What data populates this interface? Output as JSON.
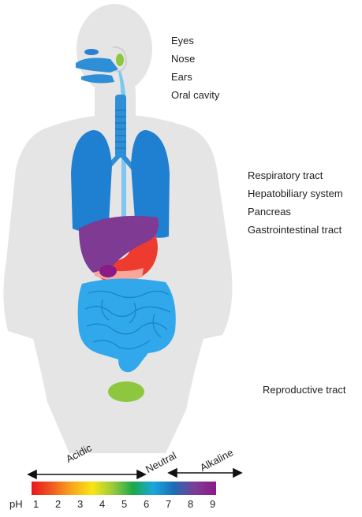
{
  "labels": {
    "head": [
      "Eyes",
      "Nose",
      "Ears",
      "Oral cavity"
    ],
    "chest": [
      "Respiratory tract",
      "Hepatobiliary system",
      "Pancreas",
      "Gastrointestinal tract"
    ],
    "reproductive": "Reproductive tract"
  },
  "ph_scale": {
    "prefix": "pH",
    "ticks": [
      "1",
      "2",
      "3",
      "4",
      "5",
      "6",
      "7",
      "8",
      "9"
    ],
    "acidic_label": "Acidic",
    "neutral_label": "Neutral",
    "alkaline_label": "Alkaline",
    "colors": [
      "#e8161b",
      "#f15a22",
      "#f7a81b",
      "#f7e615",
      "#9bcb3b",
      "#1aa84a",
      "#19a7df",
      "#1c6db6",
      "#7c3e97",
      "#8b1a88"
    ]
  },
  "colors": {
    "body": "#e4e4e4",
    "airway": "#2f8fd6",
    "lungs": "#1f7fd0",
    "liver": "#7f3a93",
    "stomach": "#ee3b2f",
    "pancreas": "#f26a5c",
    "intestine": "#31a8ec",
    "eye": "#2a7fd3",
    "ear": "#8dc63f",
    "reproductive": "#8dc63f"
  }
}
